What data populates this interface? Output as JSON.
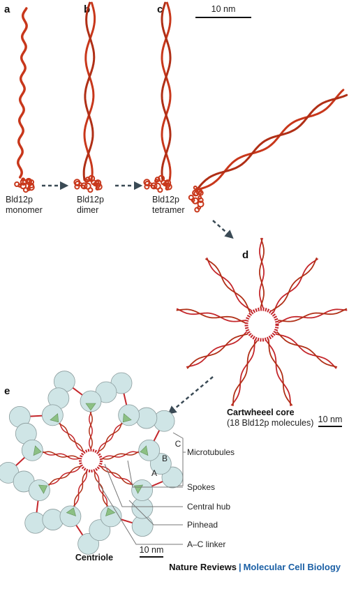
{
  "panels": {
    "a": {
      "letter": "a",
      "label_line1": "Bld12p",
      "label_line2": "monomer"
    },
    "b": {
      "letter": "b",
      "label_line1": "Bld12p",
      "label_line2": "dimer"
    },
    "c": {
      "letter": "c",
      "label_line1": "Bld12p",
      "label_line2": "tetramer"
    },
    "d": {
      "letter": "d",
      "title": "Cartwheeel core",
      "subtitle": "(18 Bld12p molecules)",
      "scale": "10 nm"
    },
    "e": {
      "letter": "e",
      "title": "Centriole",
      "scale": "10 nm",
      "triplet_labels": [
        "A",
        "B",
        "C"
      ],
      "callouts": [
        "Microtubules",
        "Spokes",
        "Central hub",
        "Pinhead",
        "A–C linker"
      ]
    }
  },
  "top_scale_bar": "10 nm",
  "credit": {
    "journal": "Nature Reviews",
    "separator": "|",
    "section": "Molecular Cell Biology"
  },
  "colors": {
    "protein": "#c8371b",
    "spoke": "#c4262b",
    "microtubule_fill": "#cfe5e6",
    "microtubule_stroke": "#8a9b9c",
    "pinhead": "#8cc084",
    "arrow": "#3a4a55"
  }
}
